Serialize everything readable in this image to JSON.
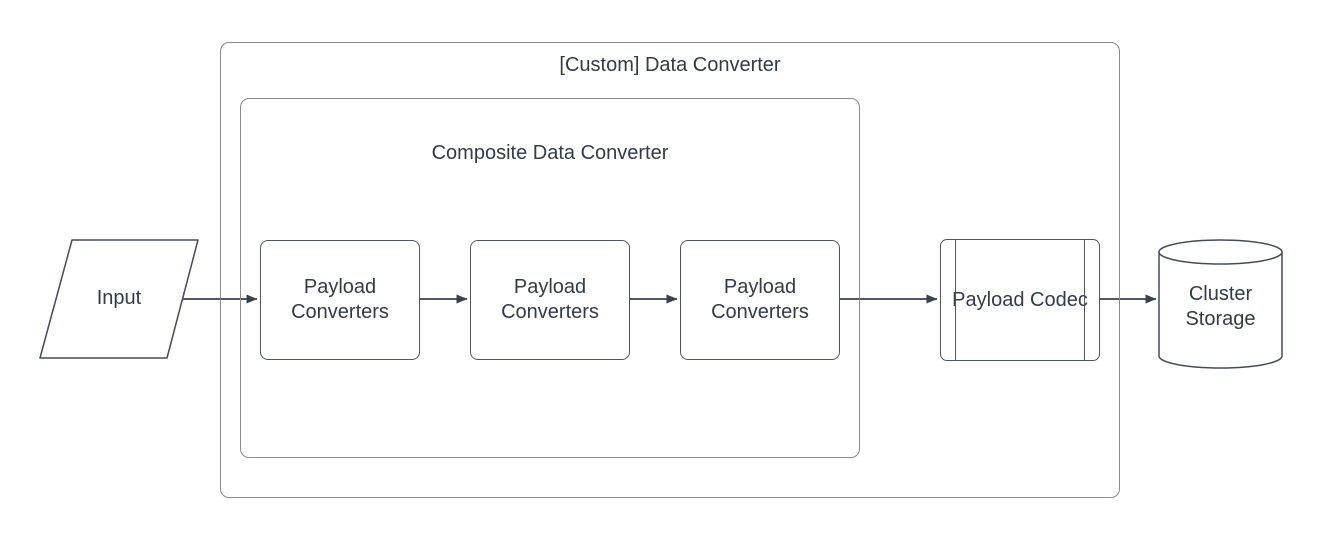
{
  "diagram": {
    "outer_container": {
      "title": "[Custom] Data Converter"
    },
    "composite_container": {
      "title": "Composite Data Converter"
    },
    "nodes": {
      "input": {
        "label": "Input",
        "shape": "parallelogram"
      },
      "converter_1": {
        "label": "Payload Converters",
        "shape": "rounded-rectangle"
      },
      "converter_2": {
        "label": "Payload Converters",
        "shape": "rounded-rectangle"
      },
      "converter_3": {
        "label": "Payload Converters",
        "shape": "rounded-rectangle"
      },
      "codec": {
        "label": "Payload Codec",
        "shape": "predefined-process"
      },
      "storage": {
        "label": "Cluster Storage",
        "shape": "cylinder"
      }
    },
    "edges": [
      {
        "from": "input",
        "to": "converter_1"
      },
      {
        "from": "converter_1",
        "to": "converter_2"
      },
      {
        "from": "converter_2",
        "to": "converter_3"
      },
      {
        "from": "converter_3",
        "to": "codec"
      },
      {
        "from": "codec",
        "to": "storage"
      }
    ],
    "colors": {
      "background": "#ffffff",
      "text": "#333b49",
      "node_stroke": "#50565f",
      "container_stroke": "#888c92",
      "arrow": "#3a414d"
    }
  }
}
